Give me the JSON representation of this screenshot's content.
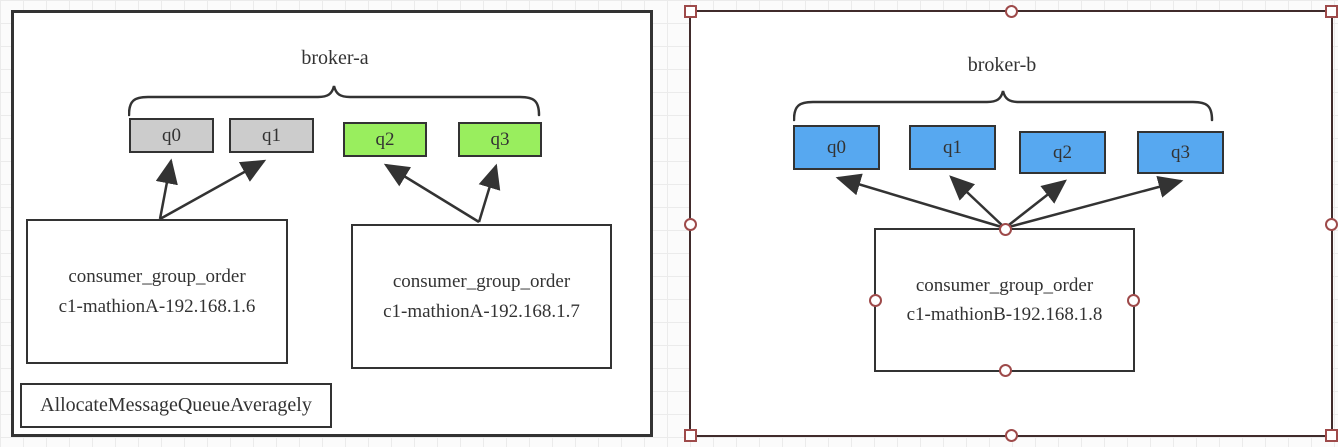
{
  "colors": {
    "queue_gray": "#cccccc",
    "queue_green": "#99ee5e",
    "queue_blue": "#57a8f0",
    "shape_stroke": "#333333",
    "selection_handle": "#9e4a4a",
    "selected_panel_border": "#402b2b"
  },
  "panels": [
    {
      "title": "broker-a",
      "selected": false,
      "queues": [
        {
          "label": "q0",
          "color_key": "queue_gray"
        },
        {
          "label": "q1",
          "color_key": "queue_gray"
        },
        {
          "label": "q2",
          "color_key": "queue_green"
        },
        {
          "label": "q3",
          "color_key": "queue_green"
        }
      ],
      "consumers": [
        {
          "line1": "consumer_group_order",
          "line2": "c1-mathionA-192.168.1.6"
        },
        {
          "line1": "consumer_group_order",
          "line2": "c1-mathionA-192.168.1.7"
        }
      ],
      "algorithm_label": "AllocateMessageQueueAveragely"
    },
    {
      "title": "broker-b",
      "selected": true,
      "queues": [
        {
          "label": "q0",
          "color_key": "queue_blue"
        },
        {
          "label": "q1",
          "color_key": "queue_blue"
        },
        {
          "label": "q2",
          "color_key": "queue_blue"
        },
        {
          "label": "q3",
          "color_key": "queue_blue"
        }
      ],
      "consumers": [
        {
          "line1": "consumer_group_order",
          "line2": "c1-mathionB-192.168.1.8"
        }
      ]
    }
  ]
}
